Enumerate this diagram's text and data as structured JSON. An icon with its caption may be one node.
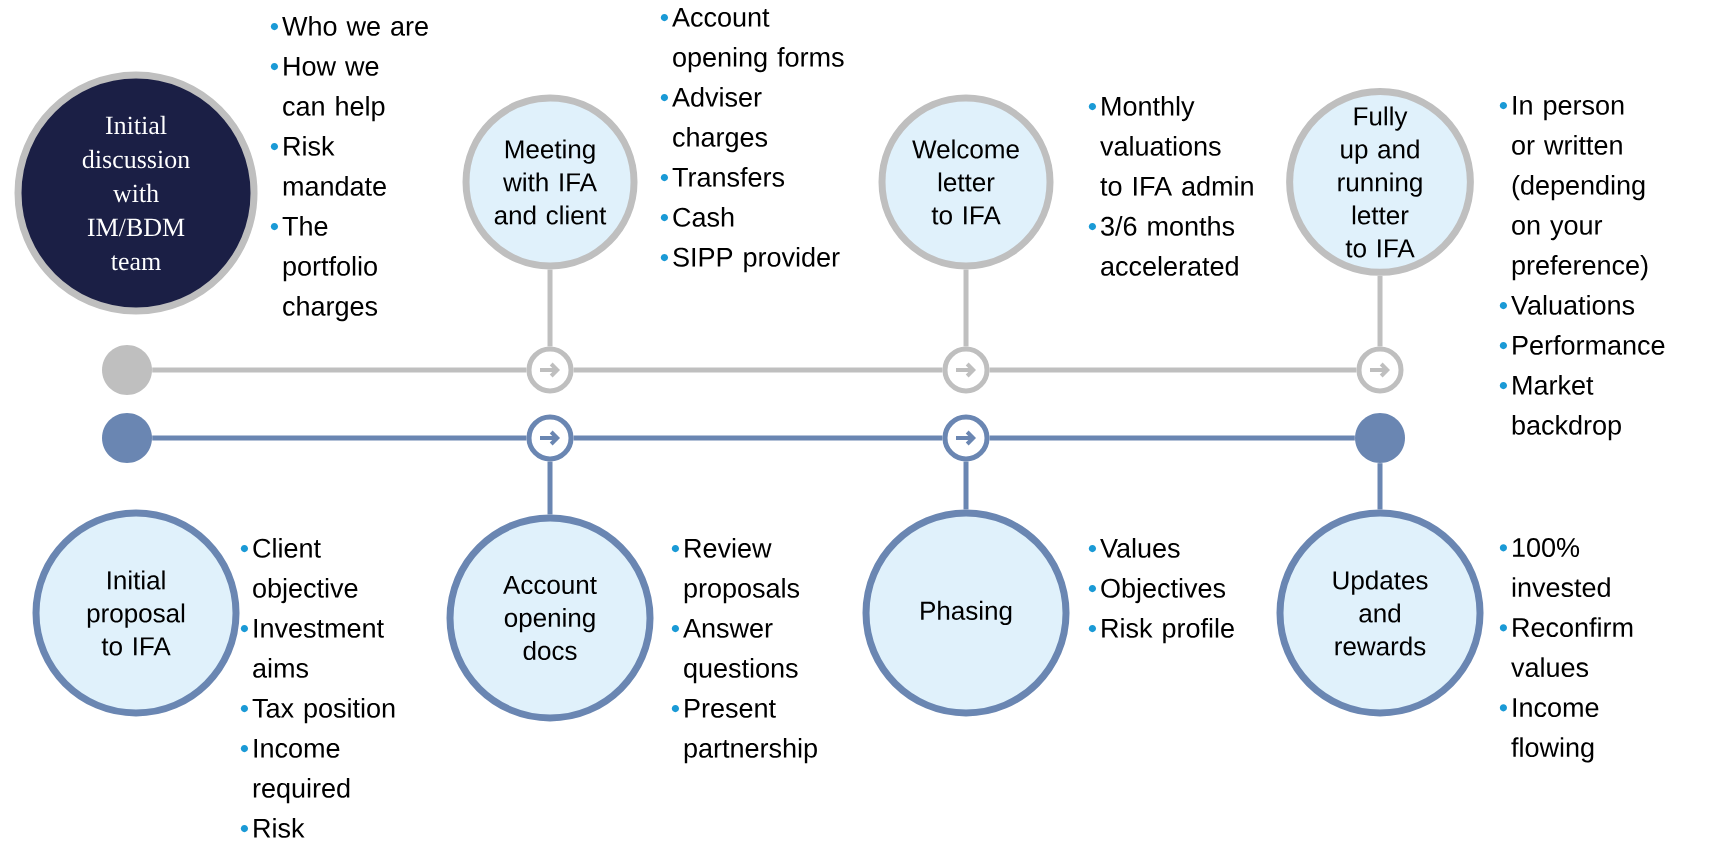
{
  "diagram": {
    "nodes": [
      {
        "text": [
          "Initial discussion with IM/BDM team"
        ],
        "beside": [
          "Who we are",
          "How we can help",
          "Risk mandate",
          "The portfolio charges"
        ]
      },
      {
        "text": [
          "Meeting with IFA and client"
        ],
        "beside": [
          "Account opening forms",
          "Adviser charges",
          "Transfers",
          "Cash",
          "SIPP provider"
        ]
      },
      {
        "text": [
          "Welcome letter to IFA"
        ],
        "beside": [
          "Monthly valuations to IFA admin",
          "3/6 months accelerated"
        ]
      },
      {
        "text": [
          "Fully up and running letter to IFA"
        ],
        "beside": [
          "In person or written (depending on your preference)",
          "Valuations",
          "Performance",
          "Market backdrop"
        ]
      },
      {
        "text": [
          "Initial proposal to IFA"
        ],
        "beside": [
          "Client objective",
          "Investment aims",
          "Tax position",
          "Income required",
          "Risk"
        ]
      },
      {
        "text": [
          "Account opening docs"
        ],
        "beside": [
          "Review proposals",
          "Answer questions",
          "Present partnership"
        ]
      },
      {
        "text": [
          "Phasing"
        ],
        "beside": [
          "Values",
          "Objectives",
          "Risk profile"
        ]
      },
      {
        "text": [
          "Updates and rewards"
        ],
        "beside": [
          "100% invested",
          "Reconfirm values",
          "Income flowing"
        ]
      },
      {
        "text": [],
        "shape": "circle"
      },
      {
        "text": [],
        "shape": "circle"
      },
      {
        "text": [],
        "shape": "circle"
      },
      {
        "text": [],
        "shape": "circle"
      },
      {
        "text": [],
        "shape": "circle"
      },
      {
        "text": [],
        "shape": "circle"
      },
      {
        "text": [],
        "shape": "circle"
      },
      {
        "text": [],
        "shape": "circle"
      }
    ],
    "edges": [
      {
        "from": 8,
        "to": 9,
        "arrow": "none",
        "color": "#bfbfbf"
      },
      {
        "from": 9,
        "to": 10,
        "arrow": "none",
        "color": "#bfbfbf"
      },
      {
        "from": 10,
        "to": 11,
        "arrow": "none",
        "color": "#bfbfbf"
      },
      {
        "from": 1,
        "to": 9,
        "arrow": "none",
        "color": "#bfbfbf"
      },
      {
        "from": 2,
        "to": 10,
        "arrow": "none",
        "color": "#bfbfbf"
      },
      {
        "from": 3,
        "to": 11,
        "arrow": "none",
        "color": "#bfbfbf"
      },
      {
        "from": 12,
        "to": 13,
        "arrow": "none",
        "color": "#6a86b2"
      },
      {
        "from": 13,
        "to": 14,
        "arrow": "none",
        "color": "#6a86b2"
      },
      {
        "from": 14,
        "to": 15,
        "arrow": "none",
        "color": "#6a86b2"
      },
      {
        "from": 13,
        "to": 5,
        "arrow": "none",
        "color": "#6a86b2"
      },
      {
        "from": 14,
        "to": 6,
        "arrow": "none",
        "color": "#6a86b2"
      },
      {
        "from": 15,
        "to": 7,
        "arrow": "none",
        "color": "#6a86b2"
      }
    ]
  }
}
